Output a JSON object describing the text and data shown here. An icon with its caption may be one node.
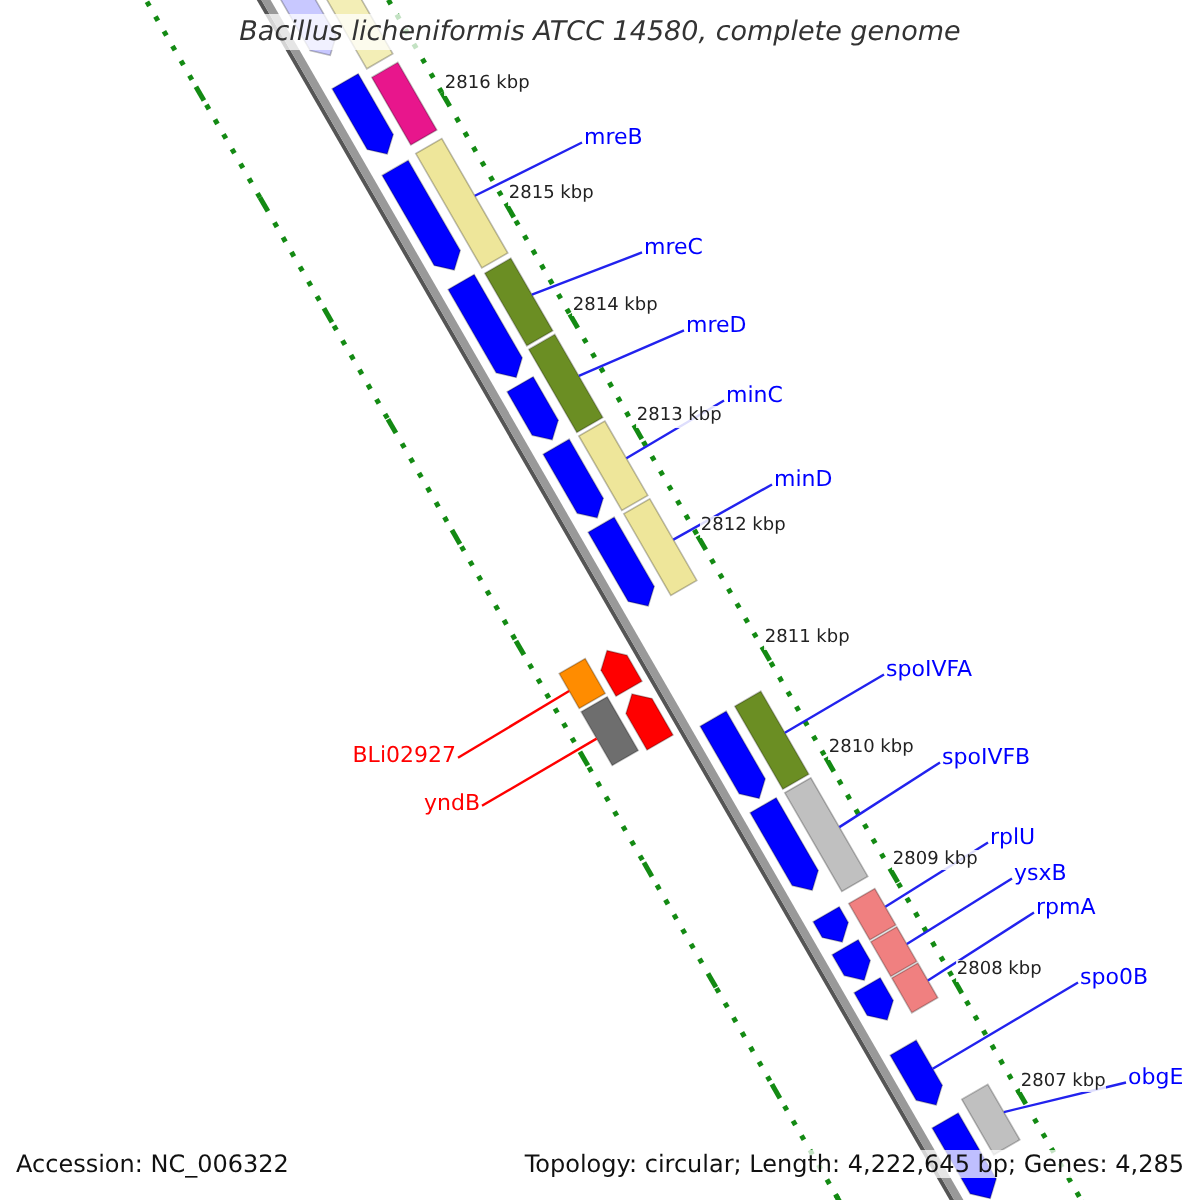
{
  "diagram": {
    "title": "Bacillus licheniformis ATCC 14580, complete genome",
    "nodes": [
      {
        "text": [
          "mreB"
        ]
      },
      {
        "text": [],
        "shape": "bar"
      },
      {
        "text": [
          "mreC"
        ]
      },
      {
        "text": [],
        "shape": "bar"
      },
      {
        "text": [
          "mreD"
        ]
      },
      {
        "text": [],
        "shape": "bar"
      },
      {
        "text": [
          "minC"
        ]
      },
      {
        "text": [],
        "shape": "bar"
      },
      {
        "text": [
          "minD"
        ]
      },
      {
        "text": [],
        "shape": "bar"
      },
      {
        "text": [
          "spoIVFA"
        ]
      },
      {
        "text": [],
        "shape": "bar"
      },
      {
        "text": [
          "BLi02927"
        ]
      },
      {
        "text": [],
        "shape": "bar"
      },
      {
        "text": [
          "spoIVFB"
        ]
      },
      {
        "text": [],
        "shape": "bar"
      },
      {
        "text": [
          "yndB"
        ]
      },
      {
        "text": [],
        "shape": "bar"
      },
      {
        "text": [
          "rplU"
        ]
      },
      {
        "text": [],
        "shape": "bar"
      },
      {
        "text": [
          "ysxB"
        ]
      },
      {
        "text": [],
        "shape": "bar"
      },
      {
        "text": [
          "rpmA"
        ]
      },
      {
        "text": [],
        "shape": "bar"
      },
      {
        "text": [
          "spo0B"
        ]
      },
      {
        "text": [],
        "shape": "bar"
      },
      {
        "text": [
          "obgE"
        ]
      },
      {
        "text": [],
        "shape": "bar"
      }
    ],
    "edges": [
      {
        "from": 0,
        "to": 1,
        "arrow": "none"
      },
      {
        "from": 2,
        "to": 3,
        "arrow": "none"
      },
      {
        "from": 4,
        "to": 5,
        "arrow": "none"
      },
      {
        "from": 6,
        "to": 7,
        "arrow": "none"
      },
      {
        "from": 8,
        "to": 9,
        "arrow": "none"
      },
      {
        "from": 10,
        "to": 11,
        "arrow": "none"
      },
      {
        "from": 12,
        "to": 13,
        "arrow": "none",
        "color": "#ff0000"
      },
      {
        "from": 14,
        "to": 15,
        "arrow": "none"
      },
      {
        "from": 16,
        "to": 17,
        "arrow": "none",
        "color": "#ff0000"
      },
      {
        "from": 18,
        "to": 19,
        "arrow": "none"
      },
      {
        "from": 20,
        "to": 21,
        "arrow": "none"
      },
      {
        "from": 22,
        "to": 23,
        "arrow": "none"
      },
      {
        "from": 24,
        "to": 25,
        "arrow": "none"
      },
      {
        "from": 26,
        "to": 27,
        "arrow": "none"
      }
    ],
    "labels": [
      "2816 kbp",
      "2815 kbp",
      "2814 kbp",
      "2813 kbp",
      "2812 kbp",
      "2811 kbp",
      "2810 kbp",
      "2809 kbp",
      "2808 kbp",
      "2807 kbp",
      "Accession: NC_006322",
      "Topology: circular; Length: 4,222,645 bp; Genes: 4,285"
    ]
  }
}
